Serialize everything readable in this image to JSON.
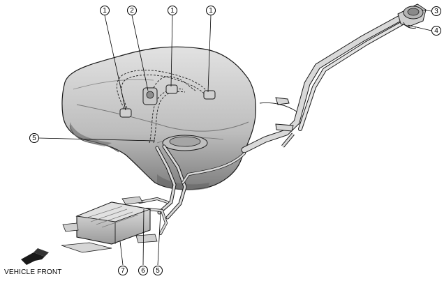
{
  "callouts": {
    "c1a": "1",
    "c1b": "1",
    "c1c": "1",
    "c2": "2",
    "c3": "3",
    "c4": "4",
    "c5a": "5",
    "c5b": "5",
    "c6": "6",
    "c7": "7"
  },
  "front_label": "VEHICLE FRONT",
  "colors": {
    "tank_fill": "#cfcfcf",
    "tank_dark": "#8a8a8a",
    "outline": "#1a1a1a",
    "pipe_fill": "#d9d9d9",
    "canister_fill": "#c8c8c8"
  }
}
